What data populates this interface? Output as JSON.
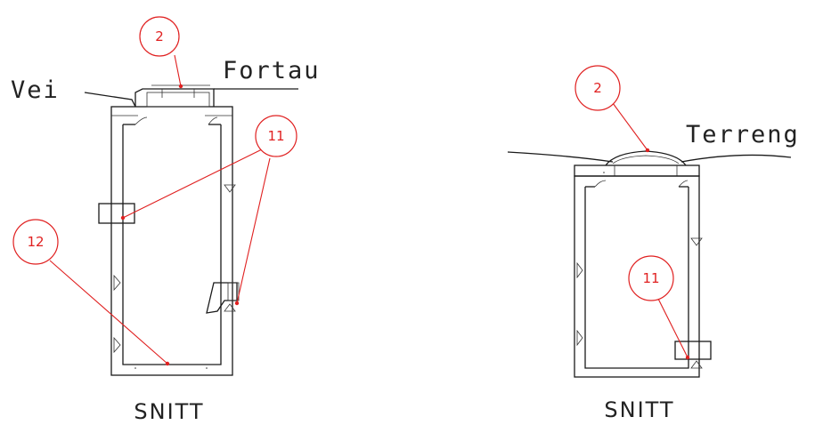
{
  "left_section": {
    "label_road": "Vei",
    "label_sidewalk": "Fortau",
    "caption": "SNITT",
    "callouts": [
      {
        "number": "2"
      },
      {
        "number": "11"
      },
      {
        "number": "12"
      }
    ]
  },
  "right_section": {
    "label_terrain": "Terreng",
    "caption": "SNITT",
    "callouts": [
      {
        "number": "2"
      },
      {
        "number": "11"
      }
    ]
  },
  "colors": {
    "linework": "#1a1a1a",
    "callout": "#e02020"
  }
}
